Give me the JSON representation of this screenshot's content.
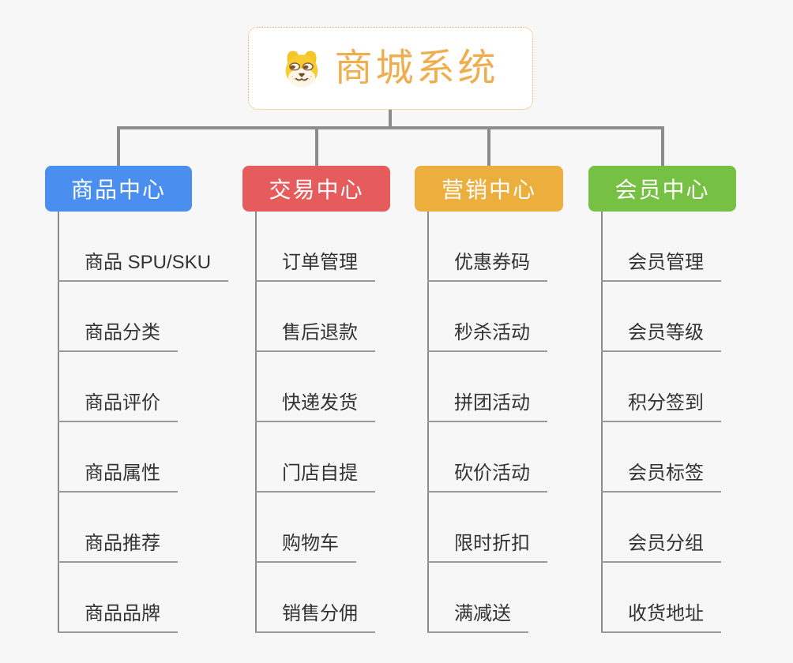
{
  "root": {
    "title": "商城系统",
    "icon": "dog-icon"
  },
  "branches": [
    {
      "id": "product-center",
      "label": "商品中心",
      "color": "#4a8ef0",
      "children": [
        "商品 SPU/SKU",
        "商品分类",
        "商品评价",
        "商品属性",
        "商品推荐",
        "商品品牌"
      ]
    },
    {
      "id": "trade-center",
      "label": "交易中心",
      "color": "#e65c5c",
      "children": [
        "订单管理",
        "售后退款",
        "快递发货",
        "门店自提",
        "购物车",
        "销售分佣"
      ]
    },
    {
      "id": "marketing-center",
      "label": "营销中心",
      "color": "#ecae3c",
      "children": [
        "优惠券码",
        "秒杀活动",
        "拼团活动",
        "砍价活动",
        "限时折扣",
        "满减送"
      ]
    },
    {
      "id": "member-center",
      "label": "会员中心",
      "color": "#76c043",
      "children": [
        "会员管理",
        "会员等级",
        "积分签到",
        "会员标签",
        "会员分组",
        "收货地址"
      ]
    }
  ],
  "colors": {
    "background": "#f7f7f7",
    "connector": "#8c8c8c",
    "underline": "#9a9a9a",
    "child_text": "#333333",
    "root_border": "#eeab49",
    "root_title": "#f0ad4e"
  }
}
